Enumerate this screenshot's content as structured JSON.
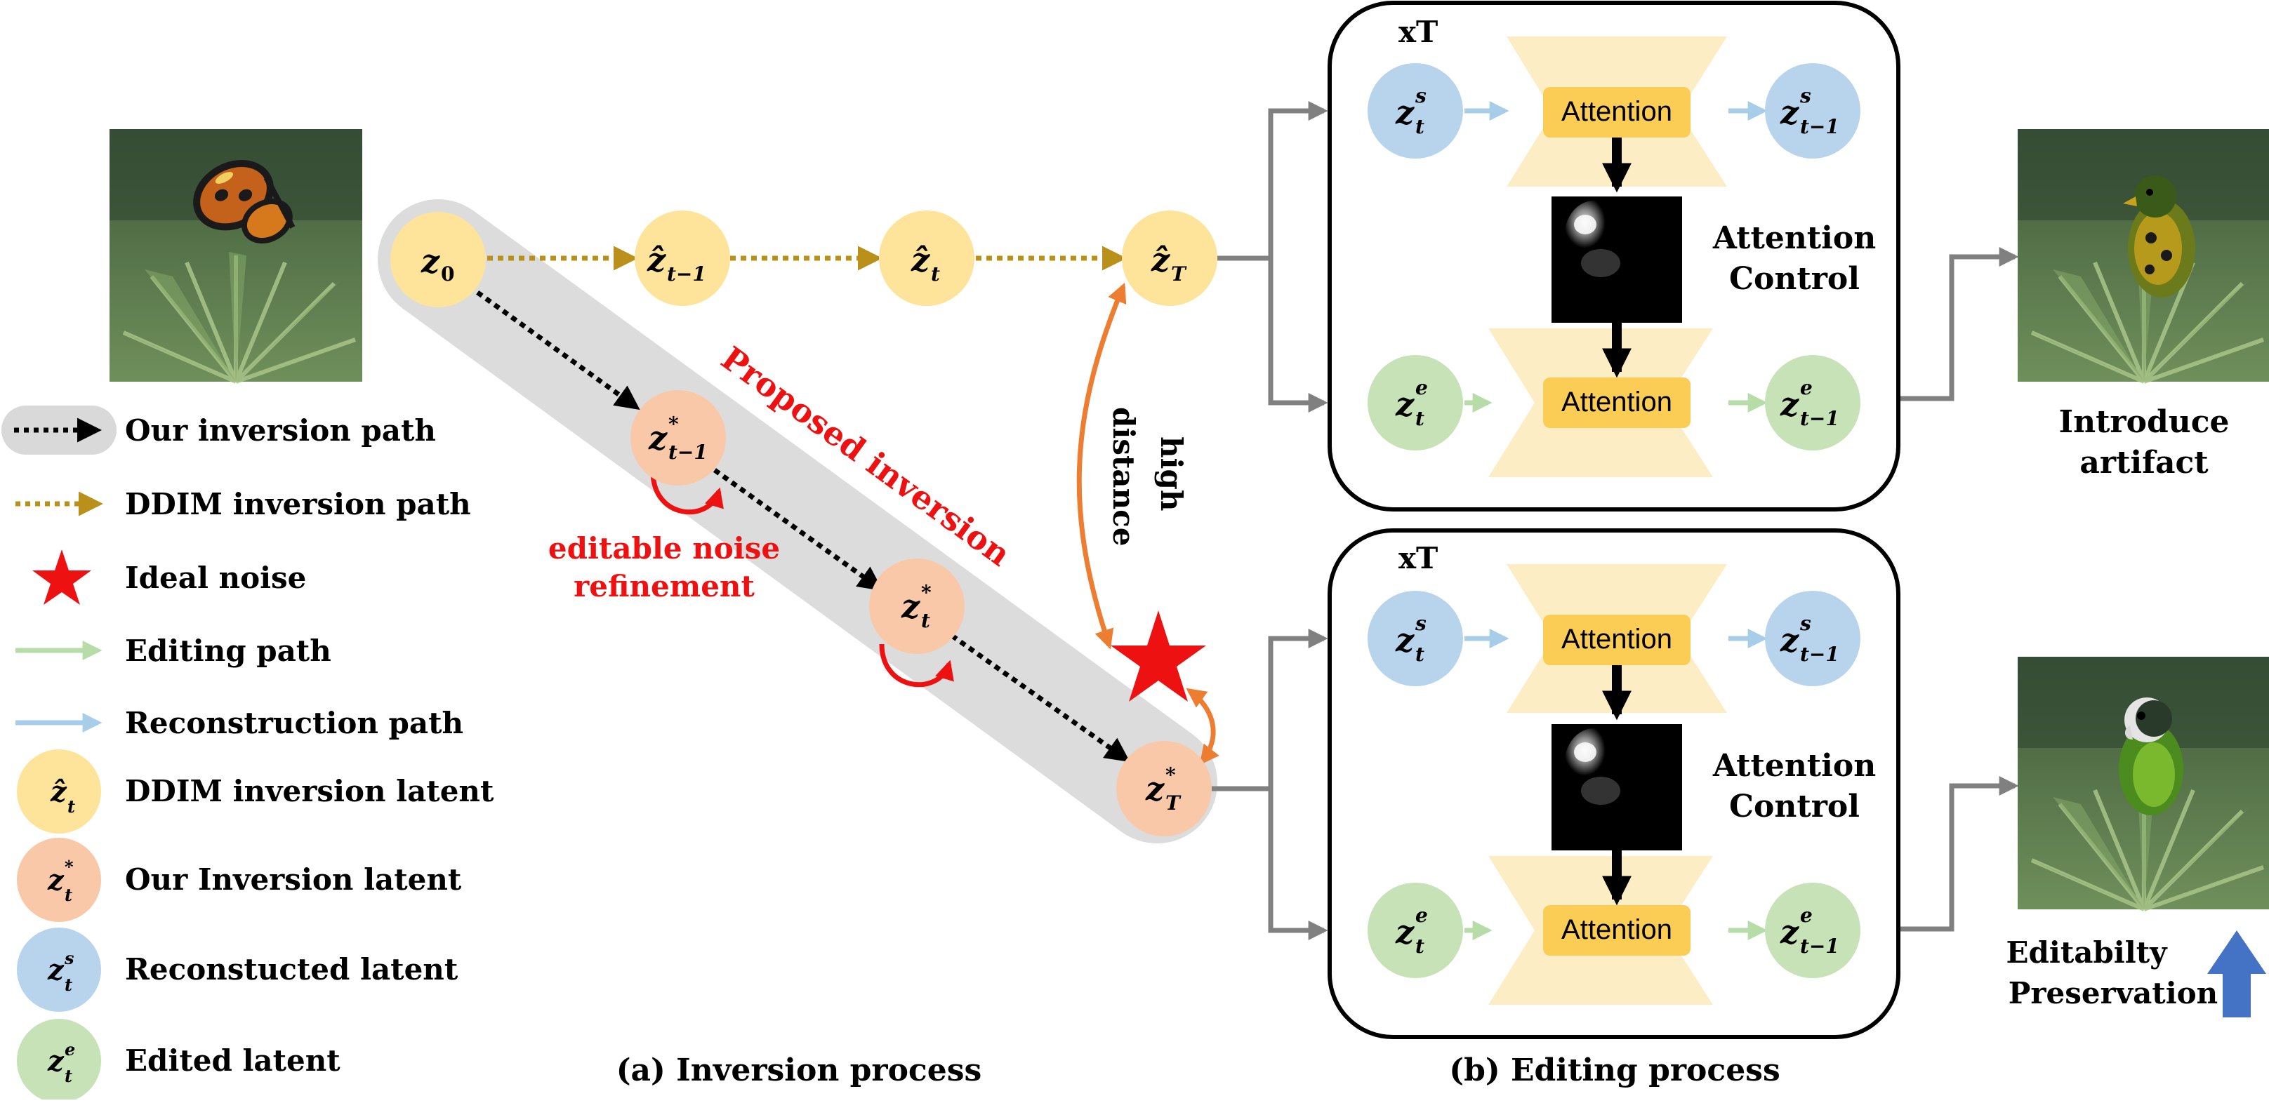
{
  "legend": {
    "our_path": "Our inversion path",
    "ddim_path": "DDIM inversion path",
    "ideal_noise": "Ideal noise",
    "editing_path": "Editing path",
    "reconstruction_path": "Reconstruction path",
    "ddim_latent": "DDIM inversion latent",
    "our_latent": "Our Inversion latent",
    "recon_latent": "Reconstucted latent",
    "edited_latent": "Edited latent"
  },
  "inversion": {
    "proposed": "Proposed inversion",
    "refine_1": "editable noise",
    "refine_2": "refinement",
    "high": "high",
    "distance": "distance",
    "caption": "(a) Inversion process"
  },
  "editing": {
    "loop": "xT",
    "attention": "Attention",
    "control_1": "Attention",
    "control_2": "Control",
    "caption": "(b) Editing process"
  },
  "results": {
    "top_1": "Introduce",
    "top_2": "artifact",
    "bottom_1": "Editabilty",
    "bottom_2": "Preservation"
  },
  "nodes": {
    "z0": "z",
    "z0_sub": "0",
    "zhat": "ẑ",
    "zstar": "z",
    "sup_star": "*",
    "sub_t1": "t−1",
    "sub_t": "t",
    "sub_T": "T",
    "zs": "z",
    "sup_s": "s",
    "ze": "z",
    "sup_e": "e"
  },
  "colors": {
    "yellow": "#fde49a",
    "orange": "#f8c8a8",
    "blue": "#b8d4ec",
    "green": "#c6e2b6",
    "ddim_arrow": "#b8901a",
    "red": "#ee1111",
    "edit_arrow": "#b6dda8",
    "recon_arrow": "#a8cde8",
    "attention": "#fbcd54",
    "hourglass": "#fdedc4",
    "gray_line": "#808080",
    "blue_arrow": "#4472c4"
  }
}
